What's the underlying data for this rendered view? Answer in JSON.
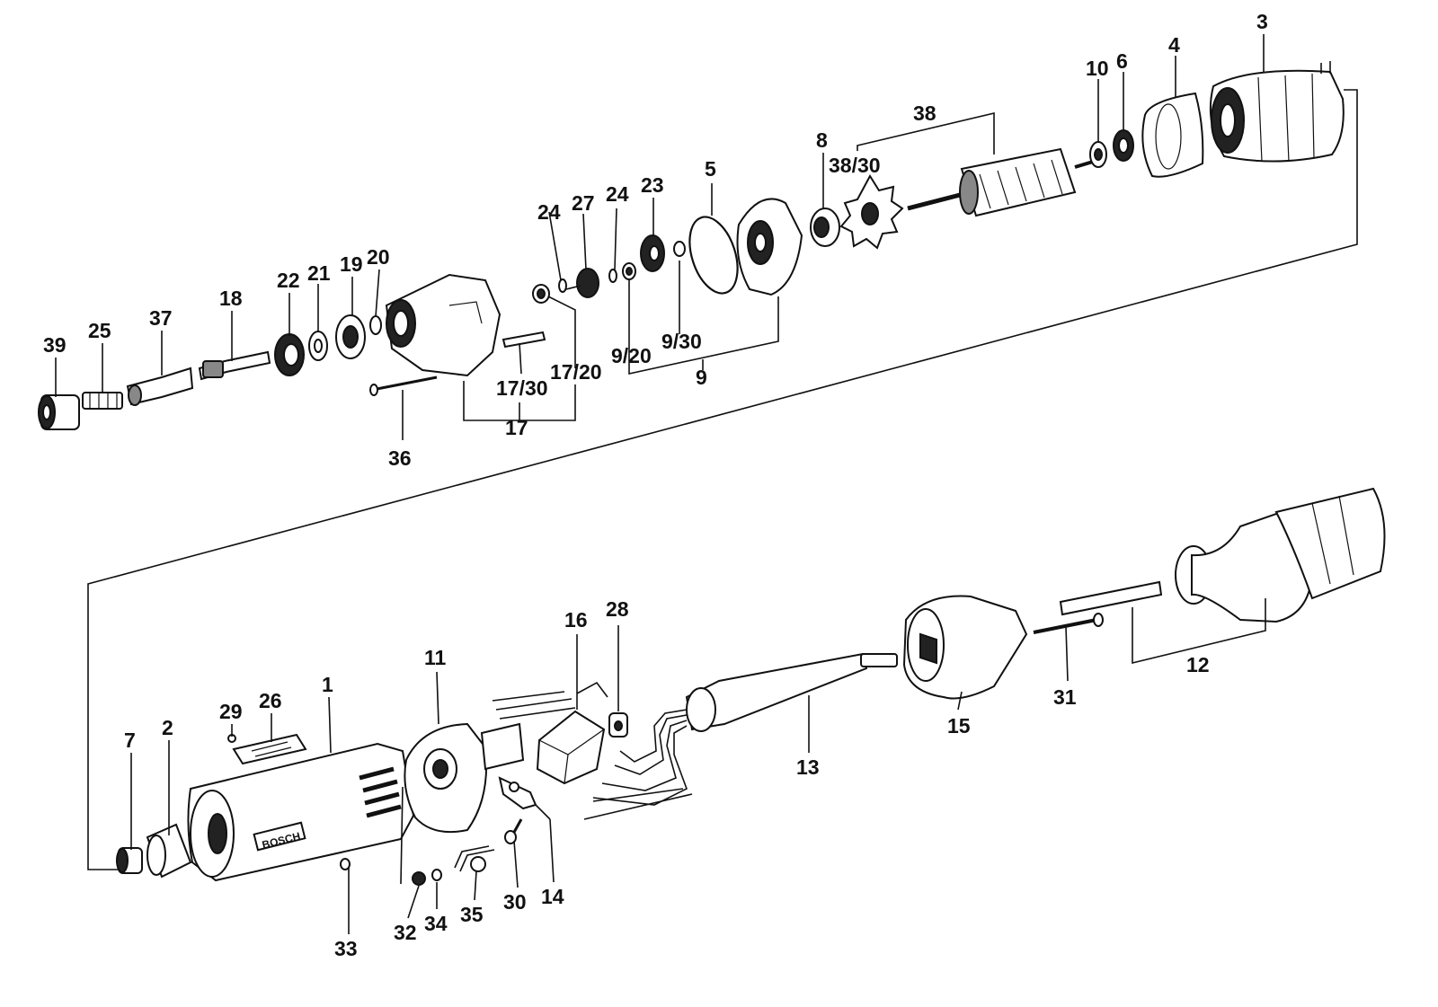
{
  "logo": "BOSCH",
  "labels": {
    "l1": "1",
    "l2": "2",
    "l3": "3",
    "l4": "4",
    "l5": "5",
    "l6": "6",
    "l7": "7",
    "l8": "8",
    "l9": "9",
    "l9_20": "9/20",
    "l9_30": "9/30",
    "l10": "10",
    "l11": "11",
    "l12": "12",
    "l13": "13",
    "l14": "14",
    "l15": "15",
    "l16": "16",
    "l17": "17",
    "l17_20": "17/20",
    "l17_30": "17/30",
    "l18": "18",
    "l19": "19",
    "l20": "20",
    "l21": "21",
    "l22": "22",
    "l23": "23",
    "l24a": "24",
    "l24b": "24",
    "l25": "25",
    "l26": "26",
    "l27": "27",
    "l28": "28",
    "l29": "29",
    "l30": "30",
    "l31": "31",
    "l32": "32",
    "l33": "33",
    "l34": "34",
    "l35": "35",
    "l36": "36",
    "l37": "37",
    "l38": "38",
    "l38_30": "38/30",
    "l39": "39"
  }
}
